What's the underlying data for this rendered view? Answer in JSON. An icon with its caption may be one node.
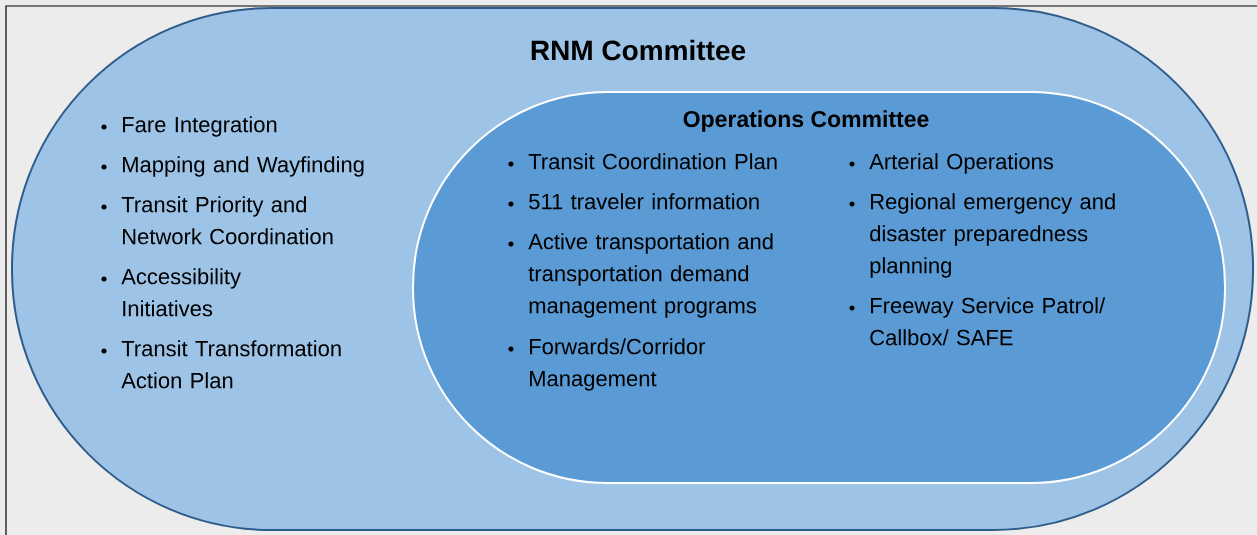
{
  "diagram": {
    "nodes": [
      {
        "text": [
          "RNM Committee",
          "Fare Integration",
          "Mapping and Wayfinding",
          "Transit Priority and Network Coordination",
          "Accessibility Initiatives",
          "Transit Transformation Action Plan"
        ]
      },
      {
        "text": [
          "Operations Committee",
          "Transit Coordination Plan",
          "511 traveler information",
          "Active transportation and transportation demand management programs",
          "Forwards/Corridor Management",
          "Arterial Operations",
          "Regional emergency and disaster preparedness planning",
          "Freeway Service Patrol/ Callbox/ SAFE"
        ],
        "in": 0
      }
    ]
  }
}
